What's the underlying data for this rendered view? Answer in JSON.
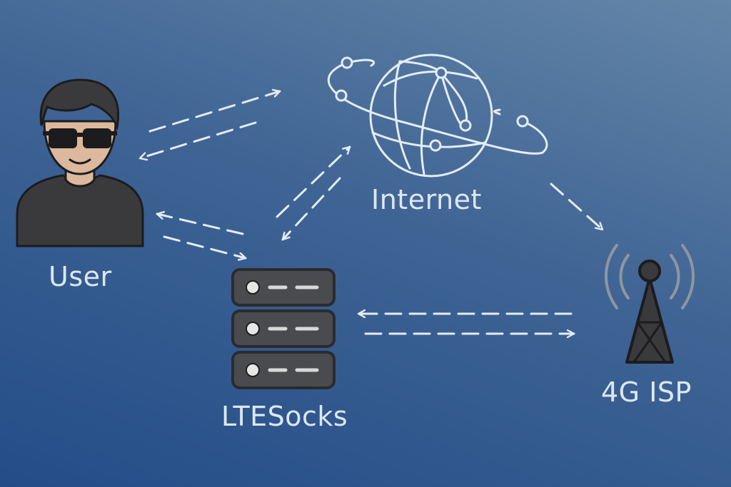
{
  "diagram": {
    "nodes": {
      "user": {
        "label": "User",
        "icon": "user-with-sunglasses-icon"
      },
      "internet": {
        "label": "Internet",
        "icon": "globe-network-icon"
      },
      "ltesocks": {
        "label": "LTESocks",
        "icon": "server-stack-icon"
      },
      "isp": {
        "label": "4G ISP",
        "icon": "cell-tower-icon"
      }
    },
    "connections": [
      {
        "from": "user",
        "to": "internet",
        "style": "dashed",
        "direction": "bidirectional"
      },
      {
        "from": "user",
        "to": "ltesocks",
        "style": "dashed",
        "direction": "bidirectional"
      },
      {
        "from": "ltesocks",
        "to": "internet",
        "style": "dashed",
        "direction": "bidirectional"
      },
      {
        "from": "ltesocks",
        "to": "isp",
        "style": "dashed",
        "direction": "bidirectional"
      },
      {
        "from": "internet",
        "to": "isp",
        "style": "dashed",
        "direction": "forward"
      }
    ],
    "colors": {
      "background_top": "#6486a8",
      "background_bottom": "#244d88",
      "line": "#e4ecf5",
      "icon_dark": "#3a3a3c",
      "skin": "#dcb99c"
    }
  }
}
